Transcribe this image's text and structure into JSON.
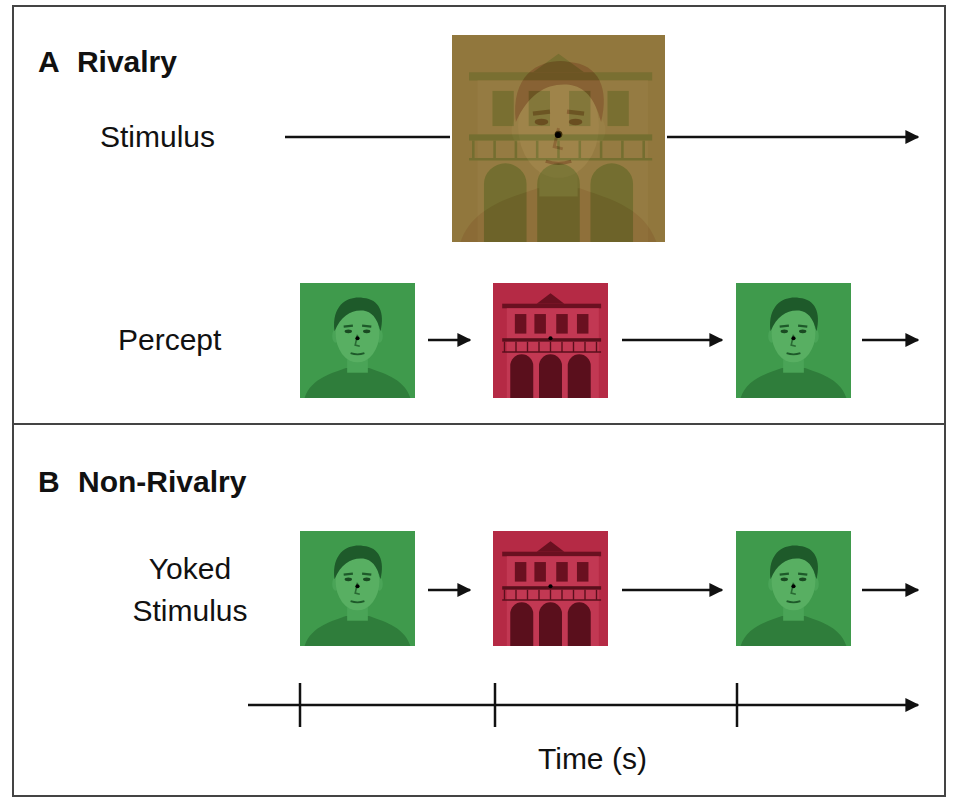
{
  "diagram": {
    "nodes": [
      {
        "text": [
          "A Rivalry"
        ]
      },
      {
        "text": [
          "B Non-Rivalry"
        ]
      }
    ],
    "labels": [
      "Stimulus",
      "Percept",
      "Yoked Stimulus",
      "Time (s)"
    ]
  }
}
